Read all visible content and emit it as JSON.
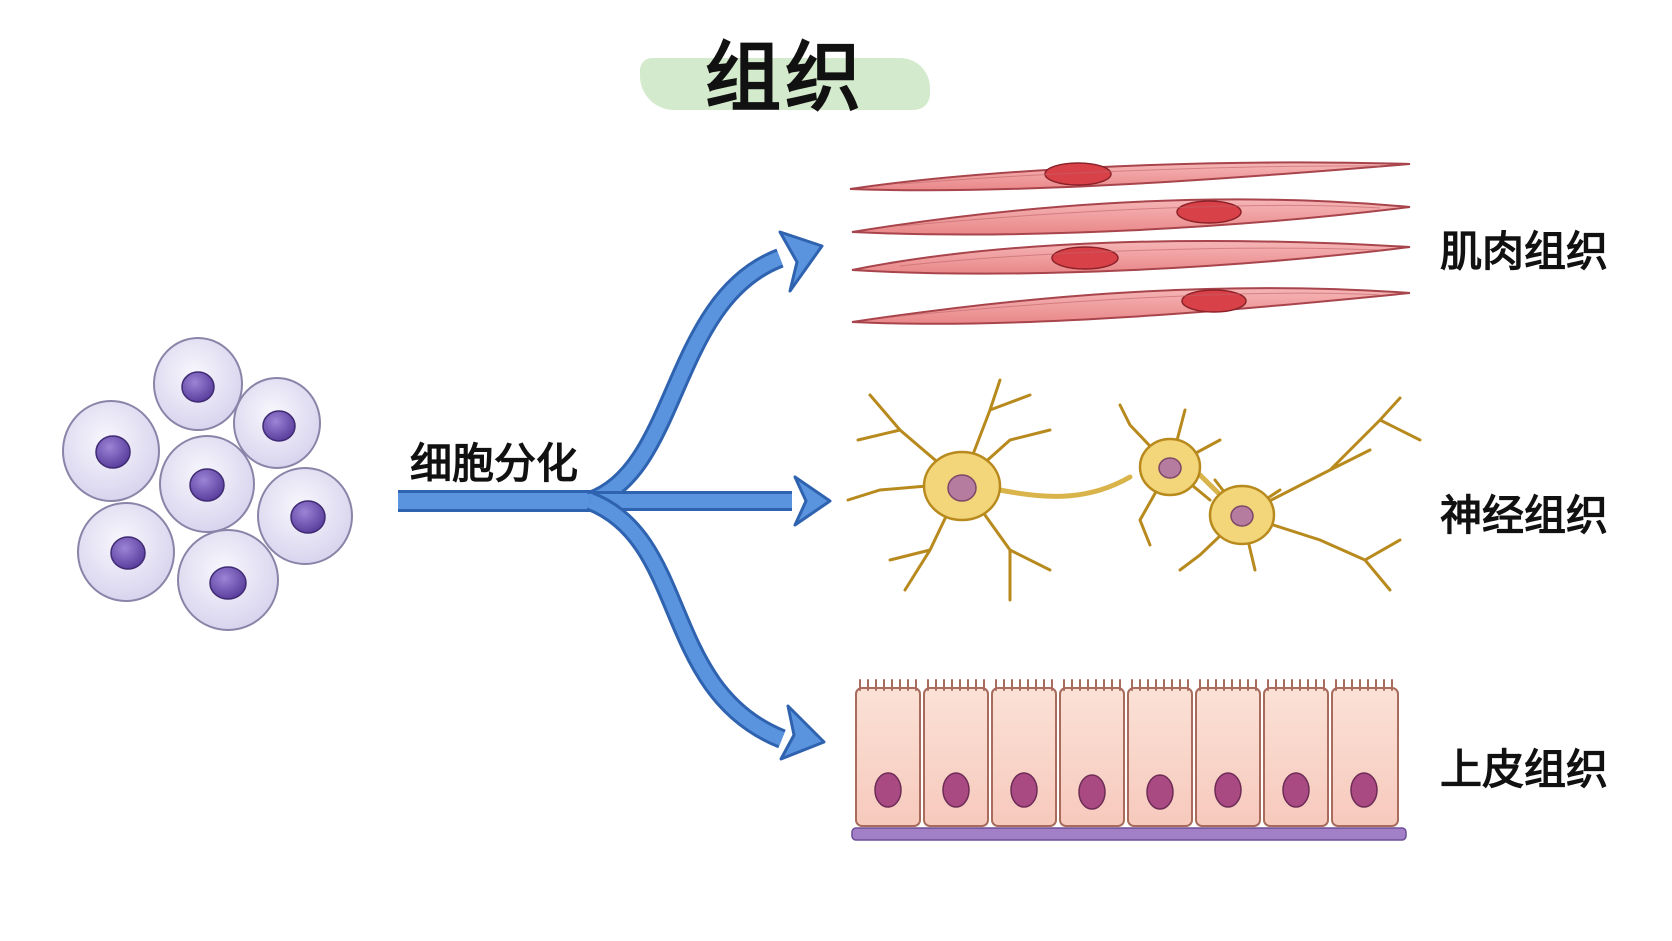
{
  "title": "组织",
  "process_label": "细胞分化",
  "tissues": [
    {
      "label": "肌肉组织",
      "kind": "muscle"
    },
    {
      "label": "神经组织",
      "kind": "nerve"
    },
    {
      "label": "上皮组织",
      "kind": "epithelial"
    }
  ],
  "colors": {
    "title_highlight": "#cfe8c6",
    "arrow": "#4a86d6",
    "stem_cell": "#e4e1f2",
    "stem_nucleus": "#6a4fae",
    "muscle": "#ee9a9c",
    "muscle_nucleus": "#d94148",
    "neuron": "#f3d57a",
    "neuron_nucleus": "#b67ca0",
    "epithelial": "#fad5c9",
    "epithelial_nucleus": "#a94b82",
    "basement_membrane": "#a37fc7"
  }
}
